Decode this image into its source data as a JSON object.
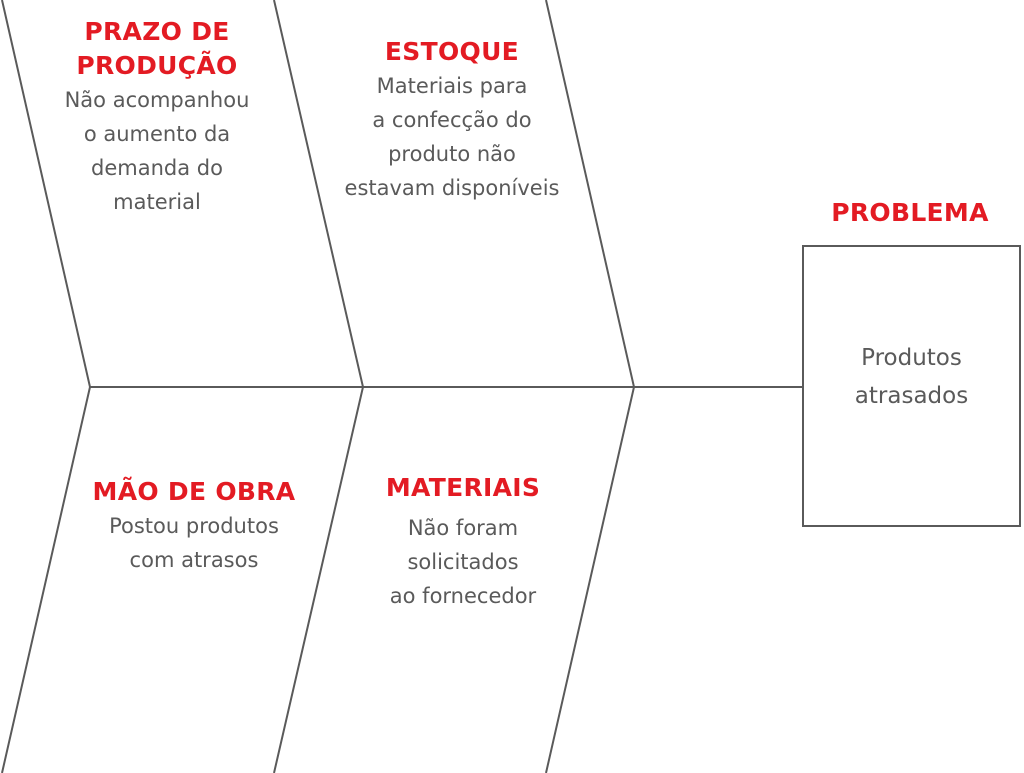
{
  "diagram": {
    "type": "fishbone",
    "colors": {
      "accent": "#E31B23",
      "text": "#5a5a5a",
      "line": "#5a5a5a"
    },
    "causes": [
      {
        "position": "top-left",
        "title_lines": [
          "PRAZO DE",
          "PRODUÇÃO"
        ],
        "description_lines": [
          "Não acompanhou",
          "o aumento da",
          "demanda do",
          "material"
        ]
      },
      {
        "position": "top-middle",
        "title_lines": [
          "ESTOQUE"
        ],
        "description_lines": [
          "Materiais para",
          "a confecção do",
          "produto não",
          "estavam disponíveis"
        ]
      },
      {
        "position": "bottom-left",
        "title_lines": [
          "MÃO DE OBRA"
        ],
        "description_lines": [
          "Postou produtos",
          "com atrasos"
        ]
      },
      {
        "position": "bottom-middle",
        "title_lines": [
          "MATERIAIS"
        ],
        "description_lines": [
          "Não foram",
          "solicitados",
          "ao fornecedor"
        ]
      }
    ],
    "problem": {
      "label": "PROBLEMA",
      "text_lines": [
        "Produtos",
        "atrasados"
      ]
    }
  }
}
